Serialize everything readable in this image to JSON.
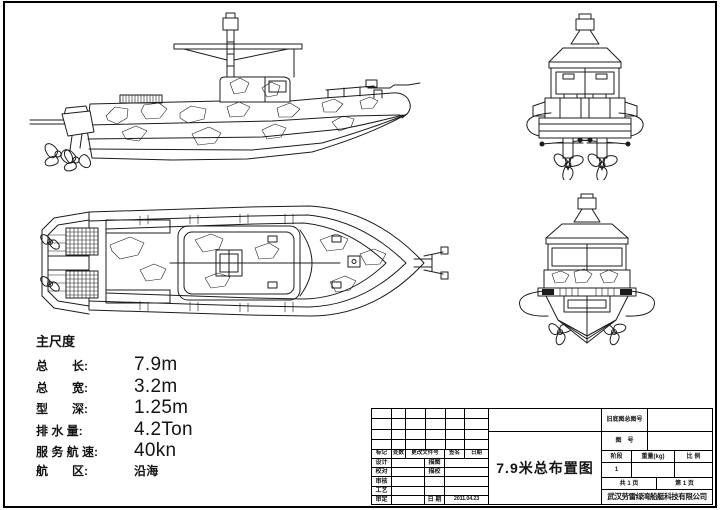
{
  "main_dimensions": {
    "heading": "主尺度",
    "rows": [
      {
        "label": "总　　长:",
        "value": "7.9m"
      },
      {
        "label": "总　　宽:",
        "value": "3.2m"
      },
      {
        "label": "型　　深:",
        "value": "1.25m"
      },
      {
        "label": "排 水 量:",
        "value": "4.2Ton"
      },
      {
        "label": "服 务 航 速:",
        "value": "40kn"
      },
      {
        "label": "航　　区:",
        "value": "沿海"
      }
    ]
  },
  "title_block": {
    "drawing_title": "7.9米总布置图",
    "revision_header": {
      "mark": "标记",
      "count": "处数",
      "change_doc": "更改文件号",
      "sign": "签名",
      "date": "日期"
    },
    "signature_rows": [
      {
        "label": "设计",
        "mid": "描图",
        "value": ""
      },
      {
        "label": "校对",
        "mid": "描校",
        "value": ""
      },
      {
        "label": "审核",
        "mid": "",
        "value": ""
      },
      {
        "label": "工艺",
        "mid": "",
        "value": ""
      },
      {
        "label": "审定",
        "mid": "日 期",
        "value": "2011.04.23"
      }
    ],
    "old_base_no_label": "旧底图总图号",
    "drawing_no_label": "图　号",
    "stage_label": "阶段",
    "weight_label": "重量(kg)",
    "scale_label": "比 例",
    "stage_value": "1",
    "pages_total": "共 1 页",
    "page_current": "第 1 页",
    "company": "武汉劳雷绿湾船艇科技有限公司"
  }
}
